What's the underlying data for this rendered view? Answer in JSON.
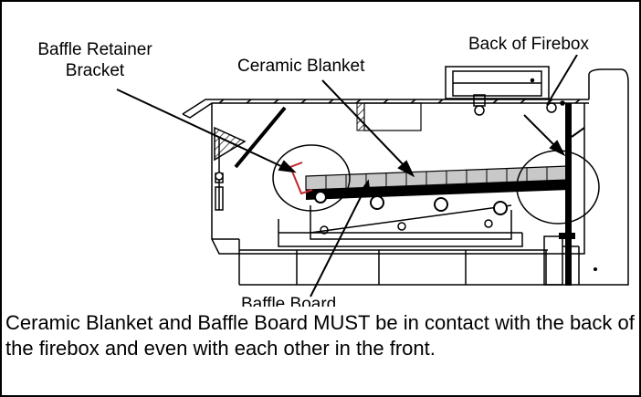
{
  "labels": {
    "baffle_retainer_line1": "Baffle Retainer",
    "baffle_retainer_line2": "Bracket",
    "ceramic_blanket": "Ceramic Blanket",
    "back_of_firebox": "Back of Firebox",
    "baffle_board": "Baffle Board"
  },
  "caption": "Ceramic Blanket and Baffle Board MUST be in contact with the back of the firebox and even with each other in the front.",
  "colors": {
    "line": "#000000",
    "bracket": "#c0272d",
    "blanket": "#c8c8c8",
    "board": "#000000"
  }
}
